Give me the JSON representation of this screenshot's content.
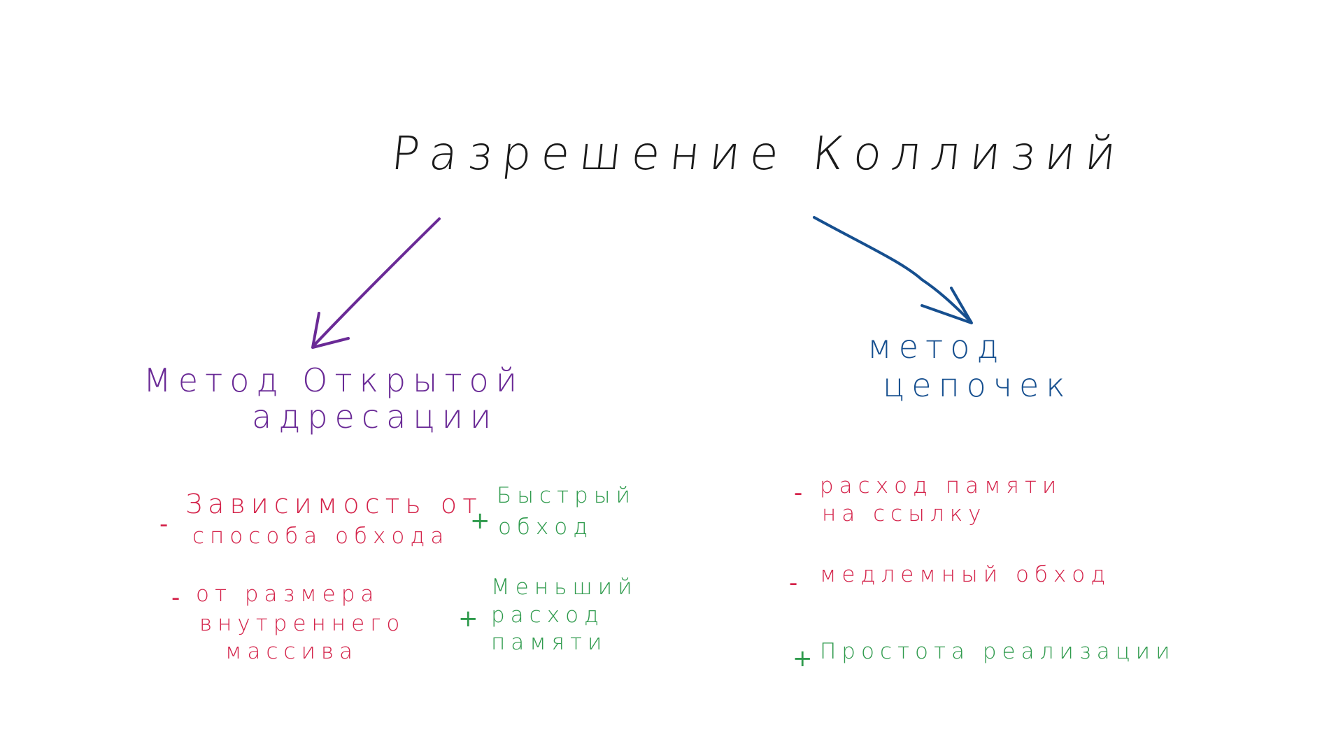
{
  "title": "Разрешение Коллизий",
  "colors": {
    "title": "#1b1b1b",
    "open_addressing": "#6a2a96",
    "chaining": "#164f8f",
    "minus": "#d4234a",
    "plus": "#2e9a4c"
  },
  "open_addressing": {
    "line1": "Метод Открытой",
    "line2": "адресации",
    "cons": [
      {
        "sign": "-",
        "lines": [
          "Зависимость от",
          "способа обхода"
        ]
      },
      {
        "sign": "-",
        "lines": [
          "от размера",
          "внутреннего",
          "массива"
        ]
      }
    ],
    "pros": [
      {
        "sign": "+",
        "lines": [
          "Быстрый",
          "обход"
        ]
      },
      {
        "sign": "+",
        "lines": [
          "Меньший",
          "расход",
          "памяти"
        ]
      }
    ]
  },
  "chaining": {
    "line1": "метод",
    "line2": "цепочек",
    "items": [
      {
        "sign": "-",
        "lines": [
          "расход памяти",
          "на ссылку"
        ]
      },
      {
        "sign": "-",
        "lines": [
          "медлемный обход"
        ]
      },
      {
        "sign": "+",
        "lines": [
          "Простота реализации"
        ]
      }
    ]
  }
}
